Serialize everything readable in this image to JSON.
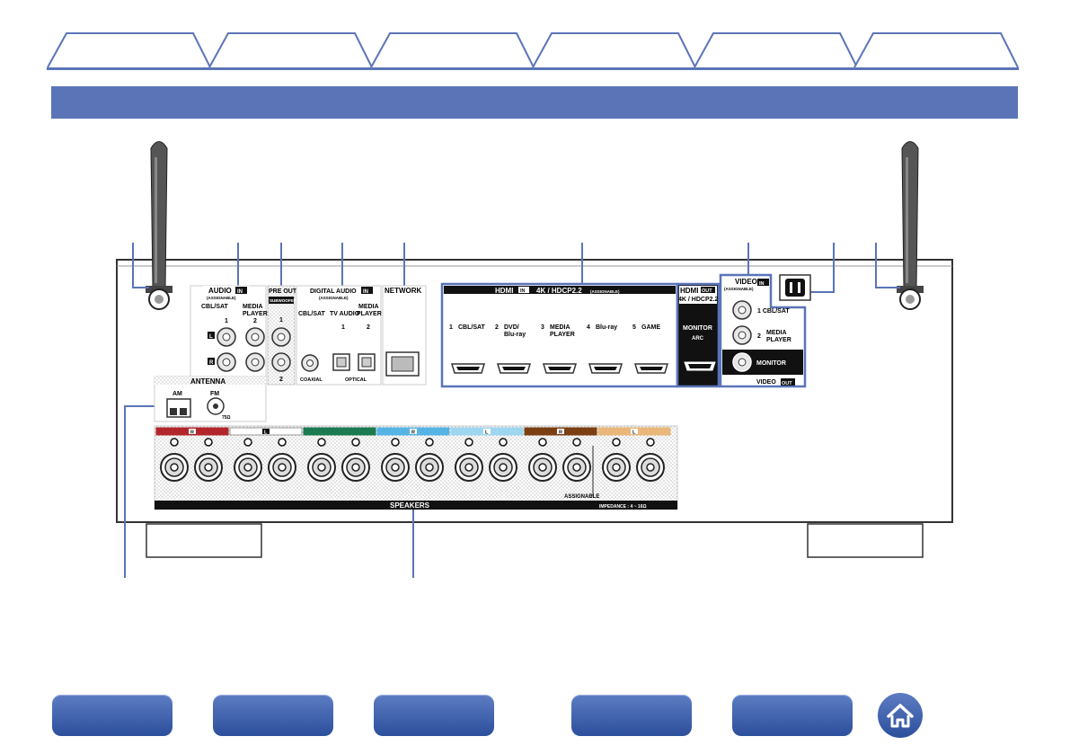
{
  "top_tabs": [
    "",
    "",
    "",
    "",
    "",
    ""
  ],
  "title": "",
  "panel": {
    "audio_in": {
      "header": "AUDIO",
      "badge": "IN",
      "sub": "(ASSIGNABLE)",
      "col1": "CBL/SAT",
      "col2": "MEDIA\nPLAYER",
      "n1": "1",
      "n2": "2",
      "left": "L",
      "right": "R"
    },
    "pre_out": {
      "header": "PRE OUT",
      "sub": "SUBWOOFER",
      "n1": "1",
      "n2": "2"
    },
    "digital_audio": {
      "header": "DIGITAL AUDIO",
      "badge": "IN",
      "sub": "(ASSIGNABLE)",
      "col1": "CBL/SAT",
      "col2": "TV AUDIO",
      "col3": "MEDIA\nPLAYER",
      "n1": "1",
      "n2": "2",
      "coaxial": "COAXIAL",
      "optical": "OPTICAL"
    },
    "network": {
      "header": "NETWORK"
    },
    "hdmi_in": {
      "header": "HDMI",
      "badge": "IN",
      "spec": "4K / HDCP2.2",
      "sub": "(ASSIGNABLE)",
      "ports": [
        {
          "n": "1",
          "label": "CBL/SAT"
        },
        {
          "n": "2",
          "label": "DVD/\nBlu-ray"
        },
        {
          "n": "3",
          "label": "MEDIA\nPLAYER"
        },
        {
          "n": "4",
          "label": "Blu-ray"
        },
        {
          "n": "5",
          "label": "GAME"
        }
      ]
    },
    "hdmi_out": {
      "header": "HDMI",
      "badge": "OUT",
      "spec": "4K / HDCP2.2",
      "monitor": "MONITOR",
      "arc": "ARC"
    },
    "video_in": {
      "header": "VIDEO",
      "badge": "IN",
      "sub": "(ASSIGNABLE)",
      "p1": "1  CBL/SAT",
      "p2": "2  MEDIA\nPLAYER"
    },
    "video_out": {
      "monitor": "MONITOR",
      "footer": "VIDEO",
      "badge": "OUT"
    },
    "antenna": {
      "header": "ANTENNA",
      "am": "AM",
      "fm": "FM",
      "ohm": "75Ω"
    },
    "speakers": {
      "footer": "SPEAKERS",
      "assignable": "ASSIGNABLE",
      "impedance": "IMPEDANCE : 4 ~ 16Ω",
      "groups": [
        {
          "label": "R",
          "color": "#b2262b"
        },
        {
          "label": "L",
          "color": "#ffffff"
        },
        {
          "label": "",
          "color": "#1b7a4f"
        },
        {
          "label": "R",
          "color": "#55b4e4"
        },
        {
          "label": "L",
          "color": "#9ed6f0"
        },
        {
          "label": "R",
          "color": "#7b3f12"
        },
        {
          "label": "L",
          "color": "#e9b779"
        }
      ]
    }
  },
  "bottom_nav": [
    "",
    "",
    "",
    "",
    ""
  ]
}
